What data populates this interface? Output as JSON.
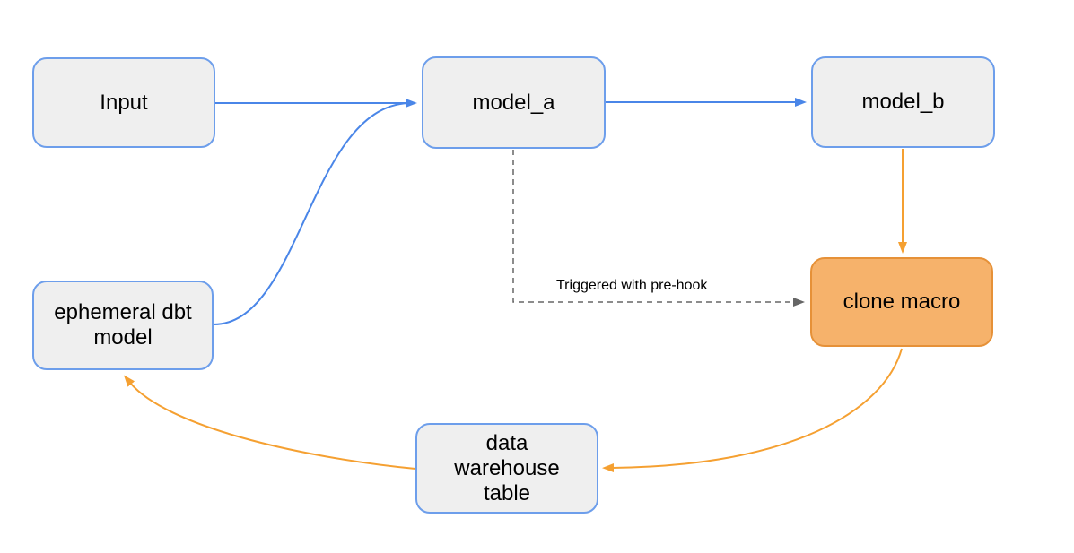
{
  "diagram": {
    "background": "#ffffff",
    "nodes": [
      {
        "id": "input",
        "label": "Input"
      },
      {
        "id": "model_a",
        "label": "model_a"
      },
      {
        "id": "model_b",
        "label": "model_b"
      },
      {
        "id": "ephemeral_dbt_model",
        "label": "ephemeral dbt model"
      },
      {
        "id": "clone_macro",
        "label": "clone macro"
      },
      {
        "id": "data_warehouse_table",
        "label": "data warehouse table"
      }
    ],
    "edges": [
      {
        "from": "input",
        "to": "model_a",
        "style": "solid",
        "color": "#4a86e8",
        "label": ""
      },
      {
        "from": "model_a",
        "to": "model_b",
        "style": "solid",
        "color": "#4a86e8",
        "label": ""
      },
      {
        "from": "ephemeral_dbt_model",
        "to": "model_a",
        "style": "solid",
        "color": "#4a86e8",
        "label": ""
      },
      {
        "from": "model_b",
        "to": "clone_macro",
        "style": "solid",
        "color": "#f5a031",
        "label": ""
      },
      {
        "from": "model_a",
        "to": "clone_macro",
        "style": "dashed",
        "color": "#666666",
        "label": "Triggered with pre-hook"
      },
      {
        "from": "clone_macro",
        "to": "data_warehouse_table",
        "style": "solid",
        "color": "#f5a031",
        "label": ""
      },
      {
        "from": "data_warehouse_table",
        "to": "ephemeral_dbt_model",
        "style": "solid",
        "color": "#f5a031",
        "label": ""
      }
    ],
    "colors": {
      "node_fill": "#efefef",
      "node_border": "#6d9eeb",
      "accent_node_fill": "#f6b26b",
      "accent_node_border": "#e69138",
      "blue_arrow": "#4a86e8",
      "orange_arrow": "#f5a031",
      "dashed_arrow": "#666666",
      "text": "#000000"
    }
  }
}
